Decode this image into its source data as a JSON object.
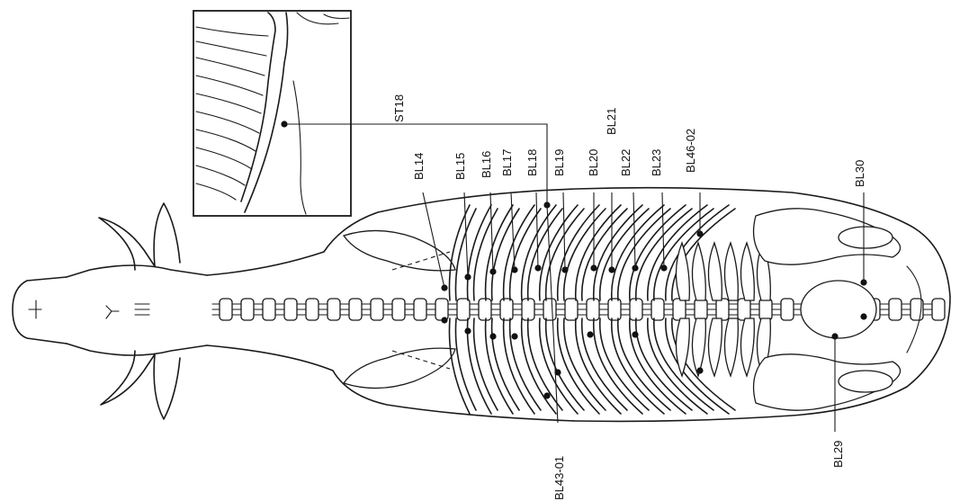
{
  "diagram": {
    "inset_label": "ST18",
    "acupoints": [
      {
        "id": "BL14",
        "label": "BL14"
      },
      {
        "id": "BL15",
        "label": "BL15"
      },
      {
        "id": "BL16",
        "label": "BL16"
      },
      {
        "id": "BL17",
        "label": "BL17"
      },
      {
        "id": "BL18",
        "label": "BL18"
      },
      {
        "id": "BL19",
        "label": "BL19"
      },
      {
        "id": "BL20",
        "label": "BL20"
      },
      {
        "id": "BL21",
        "label": "BL21"
      },
      {
        "id": "BL22",
        "label": "BL22"
      },
      {
        "id": "BL23",
        "label": "BL23"
      },
      {
        "id": "BL46-02",
        "label": "BL46-02"
      },
      {
        "id": "BL30",
        "label": "BL30"
      },
      {
        "id": "BL29",
        "label": "BL29"
      },
      {
        "id": "BL43-01",
        "label": "BL43-01"
      }
    ]
  }
}
